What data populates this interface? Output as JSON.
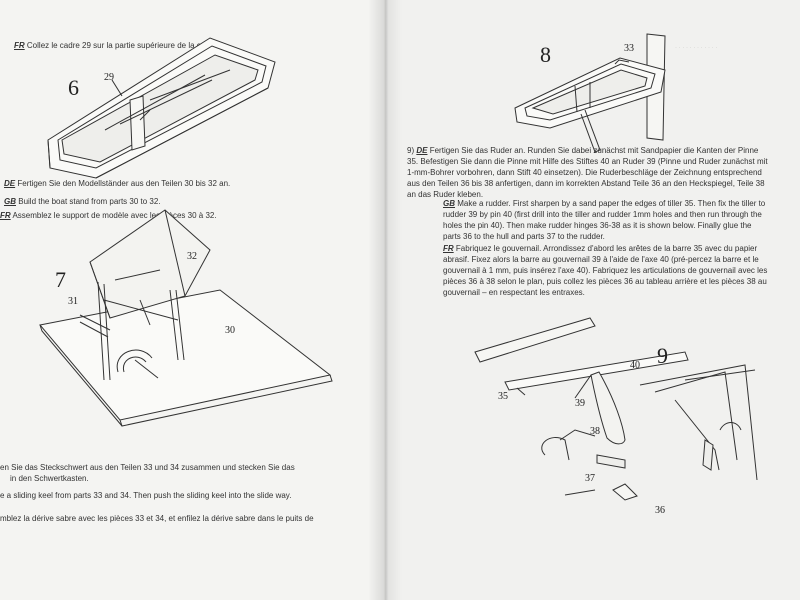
{
  "left_page": {
    "top_fr": "Collez le cadre 29 sur la partie supérieure de la coque",
    "step6": {
      "number": "6",
      "part": "29"
    },
    "de": "Fertigen Sie den Modellständer aus den Teilen 30 bis 32 an.",
    "gb": "Build the boat stand from parts 30 to 32.",
    "fr": "Assemblez le support de modèle avec les pièces 30 à 32.",
    "step7": {
      "number": "7",
      "part_31": "31",
      "part_32": "32",
      "part_30": "30"
    },
    "bottom_de_1": "en Sie das Steckschwert aus den Teilen 33 und 34 zusammen und stecken Sie das",
    "bottom_de_2": "in den Schwertkasten.",
    "bottom_gb": "e a sliding keel from parts 33 and 34. Then push the sliding keel into the slide way.",
    "bottom_fr": "mblez la dérive sabre avec les pièces 33 et 34, et enfilez la dérive sabre dans le puits de"
  },
  "labels": {
    "de": "DE",
    "gb": "GB",
    "fr": "FR"
  },
  "right_page": {
    "step8": {
      "number": "8",
      "part": "33"
    },
    "step9_prefix": "9)",
    "de": "Fertigen Sie das Ruder an. Runden Sie dabei zunächst mit Sandpapier die Kanten der Pinne 35. Befestigen Sie dann die Pinne mit Hilfe des Stiftes 40 an Ruder 39 (Pinne und Ruder zunächst mit 1-mm-Bohrer vorbohren, dann Stift 40 einsetzen). Die Ruderbeschläge der Zeichnung entsprechend aus den Teilen 36 bis 38 anfertigen, dann im korrekten Abstand Teile 36 an den Heckspiegel, Teile 38 an das Ruder kleben.",
    "gb": "Make a rudder. First sharpen by a sand paper the edges of tiller 35. Then fix the tiller to rudder 39 by pin 40 (first drill into the tiller and rudder 1mm holes and then run through the holes the pin 40). Then make rudder hinges 36-38 as it is shown below. Finally glue the parts 36 to the hull and parts 37 to the rudder.",
    "fr": "Fabriquez le gouvernail. Arrondissez d'abord les arêtes de la barre 35 avec du papier abrasif. Fixez alors la barre au gouvernail 39 à l'aide de l'axe 40 (pré-percez la barre et le gouvernail à 1 mm, puis insérez l'axe 40). Fabriquez les articulations de gouvernail avec les pièces 36 à 38 selon le plan, puis collez les pièces 36 au tableau arrière et les pièces 38 au gouvernail – en respectant les entraxes.",
    "step9": {
      "number": "9",
      "p35": "35",
      "p40": "40",
      "p39": "39",
      "p38": "38",
      "p37": "37",
      "p36": "36"
    }
  }
}
